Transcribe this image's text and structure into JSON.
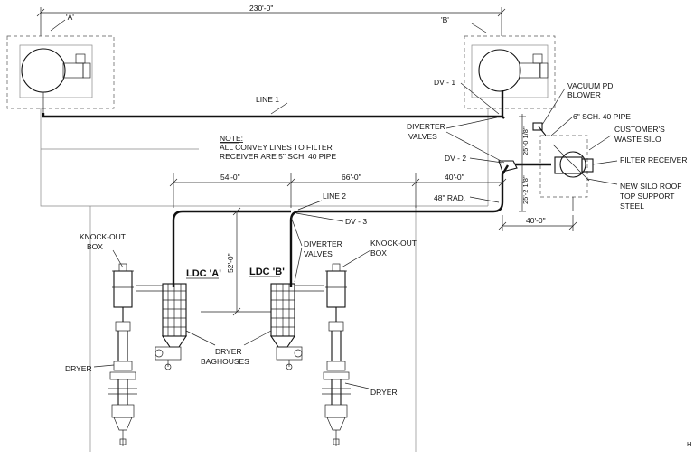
{
  "dims": {
    "overall": "230'-0\"",
    "d54": "54'-0\"",
    "d66": "66'-0\"",
    "d40a": "40'-0\"",
    "d40b": "40'-0\"",
    "d52": "52'-0\"",
    "d25a": "25'-0 1/8\"",
    "d25b": "25'-2 1/8\""
  },
  "labels": {
    "silo_a": "'A'",
    "silo_b": "'B'",
    "line1": "LINE 1",
    "line2": "LINE 2",
    "dv1": "DV - 1",
    "dv2": "DV - 2",
    "dv3": "DV - 3",
    "diverter_valves_top_1": "DIVERTER",
    "diverter_valves_top_2": "VALVES",
    "diverter_valves_mid_1": "DIVERTER",
    "diverter_valves_mid_2": "VALVES",
    "rad48": "48\" RAD.",
    "vacuum_1": "VACUUM PD",
    "vacuum_2": "BLOWER",
    "pipe6": "6\" SCH. 40 PIPE",
    "customer_1": "CUSTOMER'S",
    "customer_2": "WASTE SILO",
    "filter_receiver": "FILTER RECEIVER",
    "new_silo_1": "NEW SILO ROOF",
    "new_silo_2": "TOP SUPPORT",
    "new_silo_3": "STEEL",
    "note_title": "NOTE:",
    "note_1": "ALL CONVEY LINES TO FILTER",
    "note_2": "RECEIVER ARE 5\" SCH. 40 PIPE",
    "ko_left_1": "KNOCK-OUT",
    "ko_left_2": "BOX",
    "ko_right_1": "KNOCK-OUT",
    "ko_right_2": "BOX",
    "ldc_a": "LDC 'A'",
    "ldc_b": "LDC 'B'",
    "dryer_left": "DRYER",
    "dryer_right": "DRYER",
    "baghouses_1": "DRYER",
    "baghouses_2": "BAGHOUSES",
    "corner": "H"
  }
}
